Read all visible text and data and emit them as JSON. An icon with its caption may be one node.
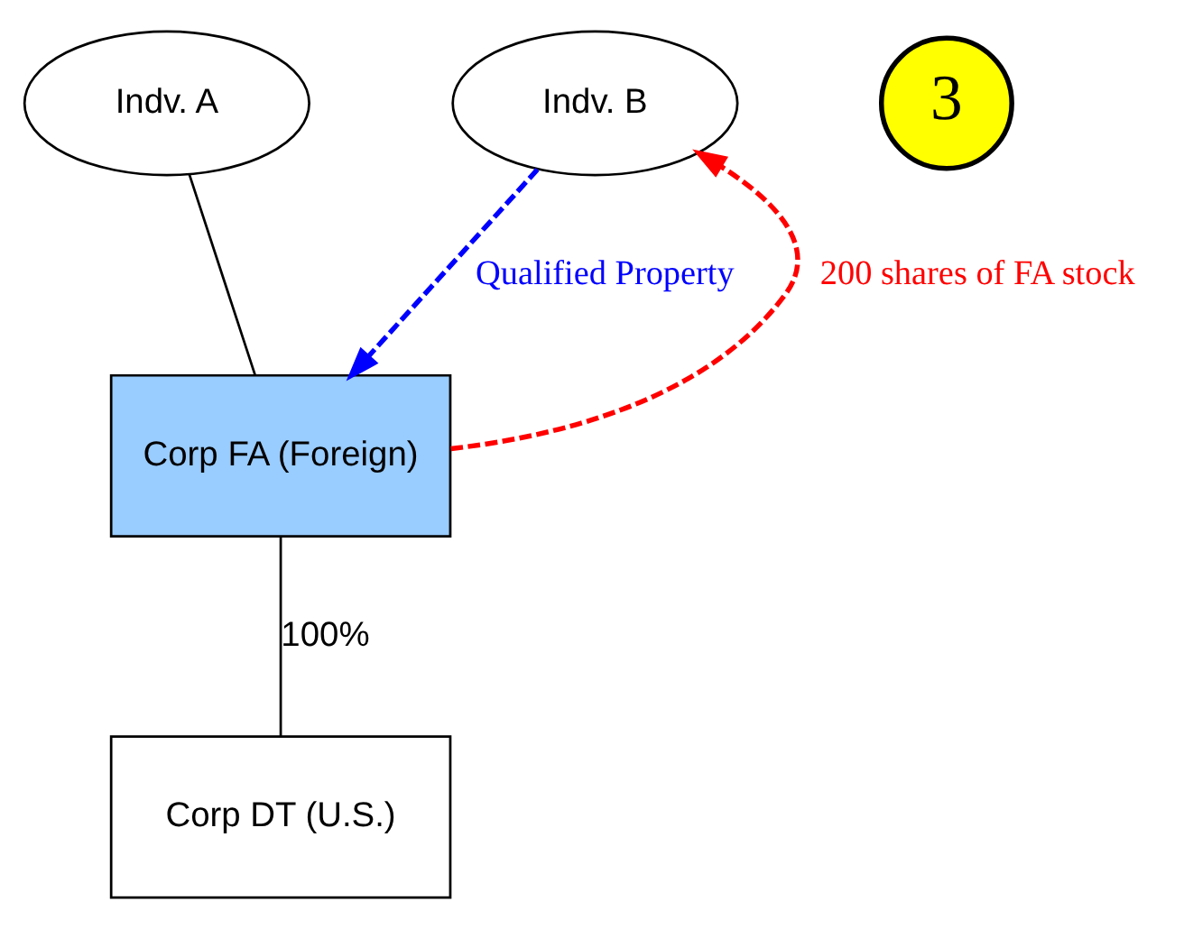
{
  "diagram": {
    "nodes": [
      {
        "text": [
          "Indv. A"
        ]
      },
      {
        "text": [
          "Indv. B"
        ]
      },
      {
        "text": [
          "Corp FA (Foreign)"
        ]
      },
      {
        "text": [
          "Corp DT (U.S.)"
        ]
      },
      {
        "text": [
          "3"
        ]
      }
    ],
    "edges": [
      {
        "from": 0,
        "to": 2,
        "arrow": "none"
      },
      {
        "from": 1,
        "to": 2,
        "arrow": "to",
        "style": "dashed",
        "color": "#0000ff",
        "label": "Qualified Property"
      },
      {
        "from": 2,
        "to": 1,
        "arrow": "to",
        "style": "dashed",
        "color": "#ff0000",
        "label": "200 shares of FA stock"
      },
      {
        "from": 2,
        "to": 3,
        "arrow": "none",
        "label": "100%"
      }
    ]
  }
}
